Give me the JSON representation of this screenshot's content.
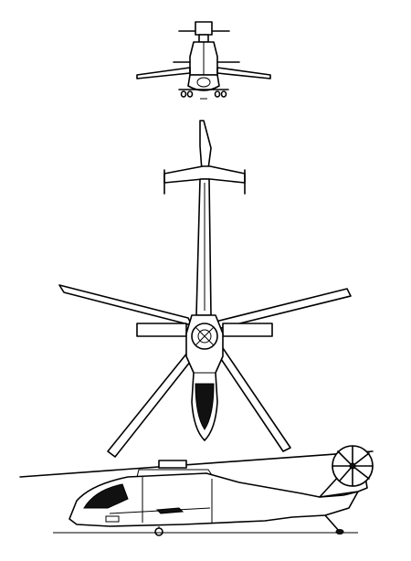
{
  "figure": {
    "kind": "three-view line drawing",
    "views": [
      "front-view",
      "top-view",
      "side-view"
    ],
    "line_color": "#000000",
    "background": "#ffffff"
  }
}
